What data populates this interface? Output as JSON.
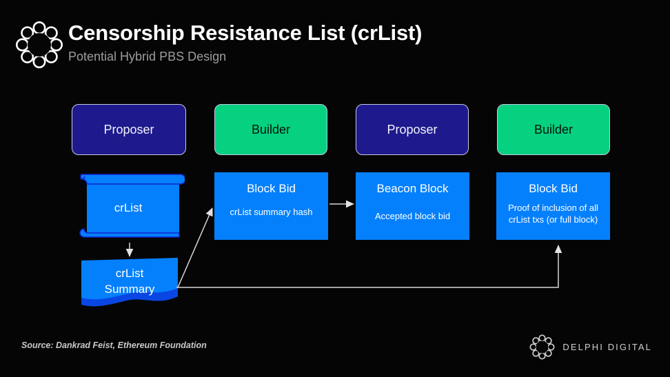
{
  "header": {
    "title": "Censorship Resistance List (crList)",
    "subtitle": "Potential Hybrid PBS Design",
    "logo_icon": "delphi-ring-logo-icon"
  },
  "colors": {
    "background": "#050505",
    "proposer_fill": "#1e1a8e",
    "proposer_text": "#f2f2fb",
    "builder_fill": "#05d180",
    "builder_text": "#04120b",
    "data_fill": "#0580fc",
    "data_text": "#ffffff",
    "box_border": "#c9c9e2",
    "connector": "#d8d8d8",
    "subtitle_text": "#9d9d9d",
    "source_text": "#c9c9c9"
  },
  "diagram": {
    "roles": [
      {
        "id": "proposer-1",
        "label": "Proposer",
        "kind": "proposer"
      },
      {
        "id": "builder-1",
        "label": "Builder",
        "kind": "builder"
      },
      {
        "id": "proposer-2",
        "label": "Proposer",
        "kind": "proposer"
      },
      {
        "id": "builder-2",
        "label": "Builder",
        "kind": "builder"
      }
    ],
    "artifacts": [
      {
        "id": "crlist",
        "shape": "scroll",
        "title": "crList",
        "body": ""
      },
      {
        "id": "block-bid-1",
        "shape": "rect",
        "title": "Block Bid",
        "body": "crList summary hash"
      },
      {
        "id": "beacon-block",
        "shape": "rect",
        "title": "Beacon Block",
        "body": "Accepted block bid"
      },
      {
        "id": "block-bid-2",
        "shape": "rect",
        "title": "Block Bid",
        "body": "Proof of inclusion of all crList txs (or full block)"
      },
      {
        "id": "crlist-summary",
        "shape": "document",
        "title": "crList Summary",
        "body": ""
      }
    ],
    "connectors": [
      {
        "id": "crlist-to-summary",
        "from": "crlist",
        "to": "crlist-summary",
        "style": "arrow-down"
      },
      {
        "id": "summary-to-block-bid-1",
        "from": "crlist-summary",
        "to": "block-bid-1",
        "style": "arrow-diagonal-up-right"
      },
      {
        "id": "block-bid-1-to-beacon-block",
        "from": "block-bid-1",
        "to": "beacon-block",
        "style": "arrow-right"
      },
      {
        "id": "summary-to-block-bid-2",
        "from": "crlist-summary",
        "to": "block-bid-2",
        "style": "elbow-arrow-up"
      }
    ]
  },
  "footer": {
    "source": "Source: Dankrad Feist, Ethereum Foundation",
    "brand_name": "DELPHI DIGITAL",
    "brand_icon": "delphi-ring-logo-icon"
  }
}
